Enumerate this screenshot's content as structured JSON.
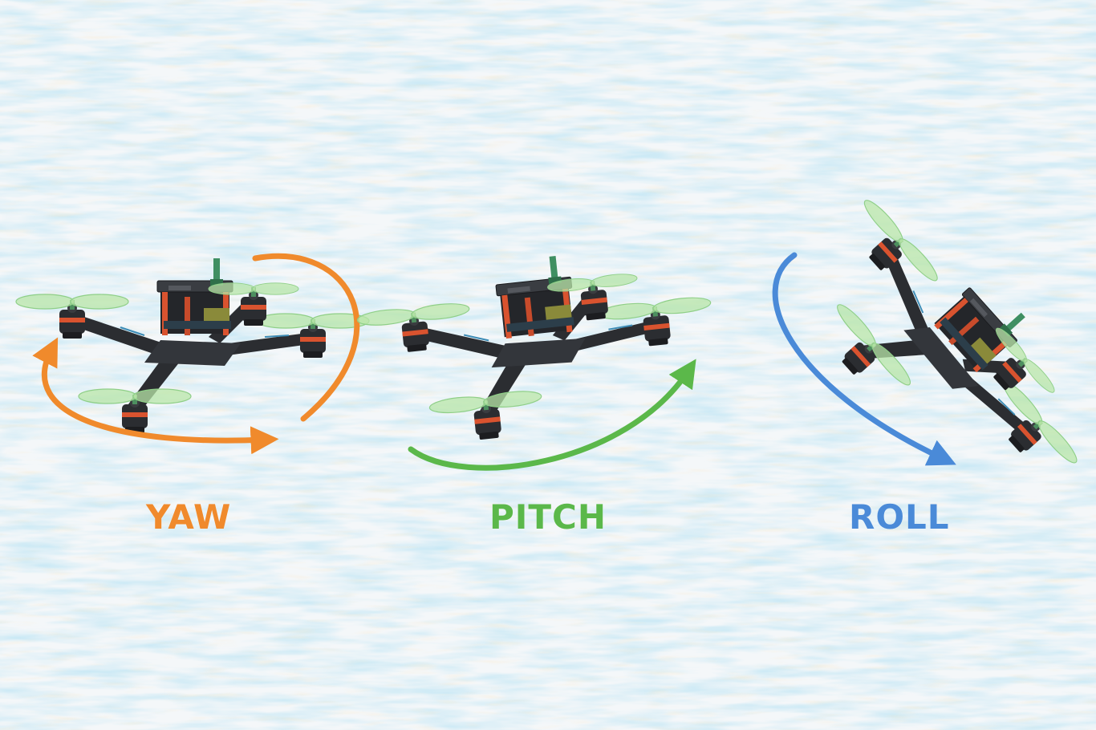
{
  "labels": {
    "yaw": "YAW",
    "pitch": "PITCH",
    "roll": "ROLL"
  },
  "colors": {
    "yaw": "#f08a2c",
    "pitch": "#5bb84a",
    "roll": "#4a8ad8",
    "background": "#eef5fa",
    "crayon_blue": "#8fcbe8",
    "drone_frame": "#2b2d31",
    "drone_accent": "#d9532f",
    "propeller": "#b8e6a8"
  },
  "icons": {
    "drone": "quadcopter-icon",
    "yaw_arrow": "rotate-arrow-icon",
    "pitch_arrow": "curved-arrow-icon",
    "roll_arrow": "curved-arrow-icon"
  }
}
